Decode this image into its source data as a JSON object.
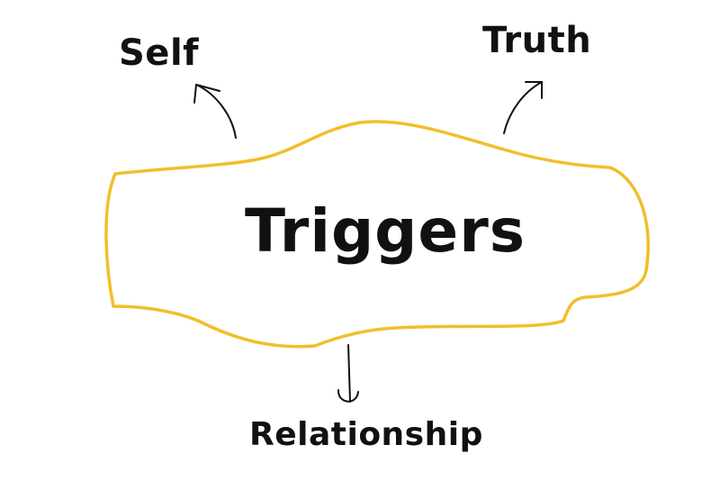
{
  "diagram": {
    "center": {
      "label": "Triggers",
      "outline_color": "#F2BE2A"
    },
    "branches": [
      {
        "key": "self",
        "label": "Self"
      },
      {
        "key": "truth",
        "label": "Truth"
      },
      {
        "key": "relationship",
        "label": "Relationship"
      }
    ],
    "ink_color": "#111111"
  }
}
